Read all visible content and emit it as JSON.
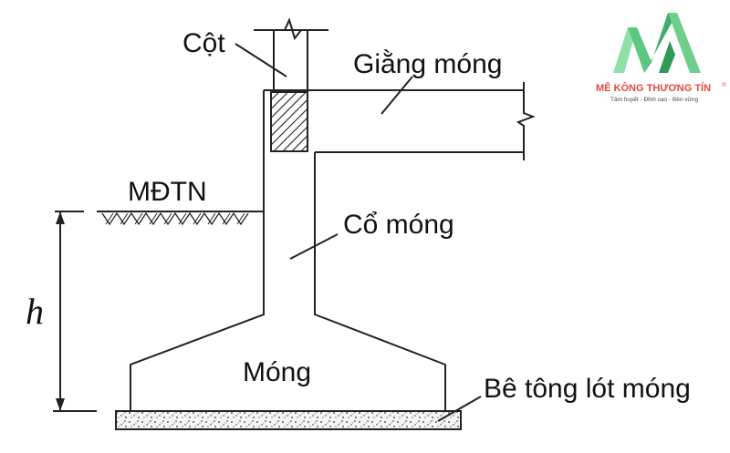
{
  "labels": {
    "cot": "Cột",
    "giang_mong": "Giằng móng",
    "mdtn": "MĐTN",
    "co_mong": "Cổ móng",
    "h": "h",
    "mong": "Móng",
    "be_tong_lot_mong": "Bê tông lót móng"
  },
  "brand": {
    "name": "MÊ KÔNG THƯƠNG TÍN",
    "registered": "®",
    "tagline": "Tâm huyết - Đỉnh cao - Bền vững",
    "color_green": "#6fcf8a",
    "color_green_dark": "#3fae68",
    "color_red": "#e24a3b"
  },
  "colors": {
    "line": "#222222",
    "text": "#111111"
  }
}
